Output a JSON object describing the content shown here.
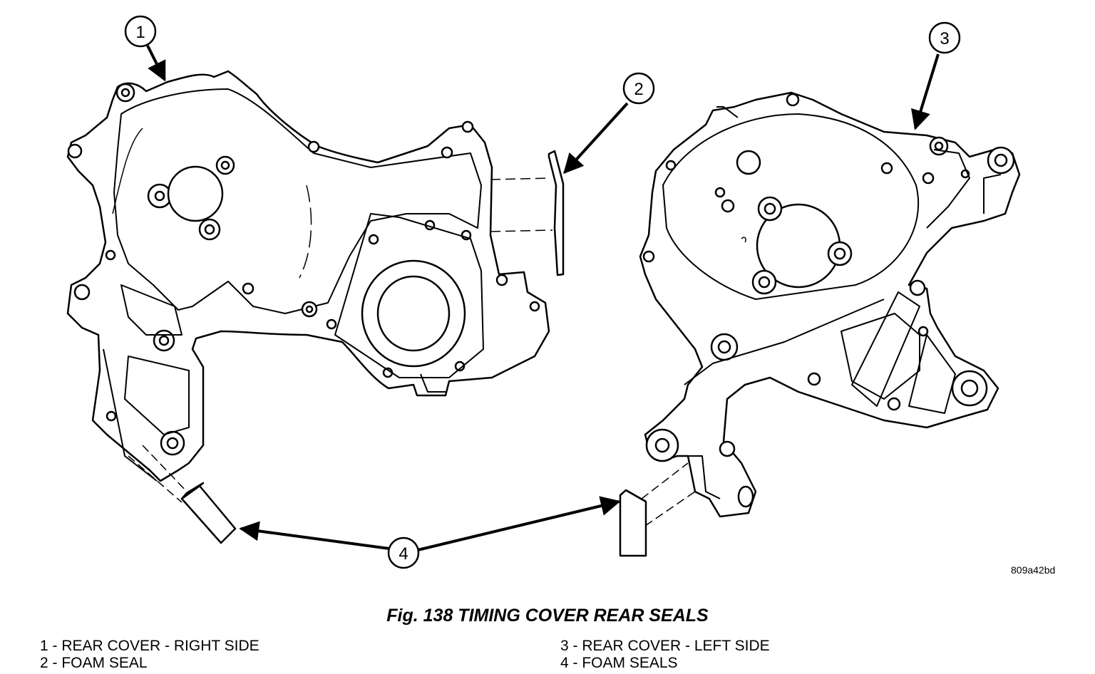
{
  "figure": {
    "callouts": [
      "1",
      "2",
      "3",
      "4"
    ],
    "source_code": "809a42bd"
  },
  "caption": "Fig. 138 TIMING COVER REAR SEALS",
  "legend": [
    "1 - REAR COVER - RIGHT SIDE",
    "2 - FOAM SEAL",
    "3 - REAR COVER - LEFT SIDE",
    "4 - FOAM SEALS"
  ]
}
